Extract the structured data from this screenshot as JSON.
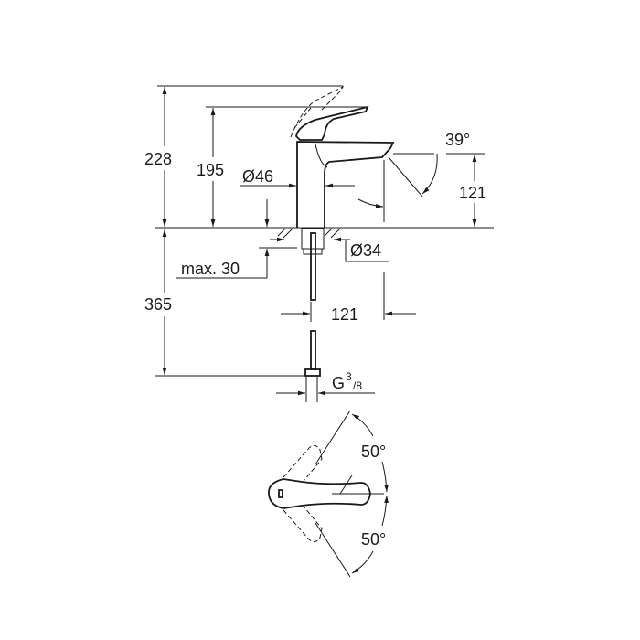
{
  "side_view": {
    "total_height": "228",
    "handle_height": "195",
    "body_diameter": "Ø46",
    "spout_angle": "39°",
    "spout_height": "121",
    "hole_diameter": "Ø34",
    "max_thickness": "max. 30",
    "hose_length": "365",
    "spout_reach": "121",
    "connection_main": "G",
    "connection_num": "3",
    "connection_den": "/8"
  },
  "top_view": {
    "rotation_left": "50°",
    "rotation_right": "50°"
  }
}
